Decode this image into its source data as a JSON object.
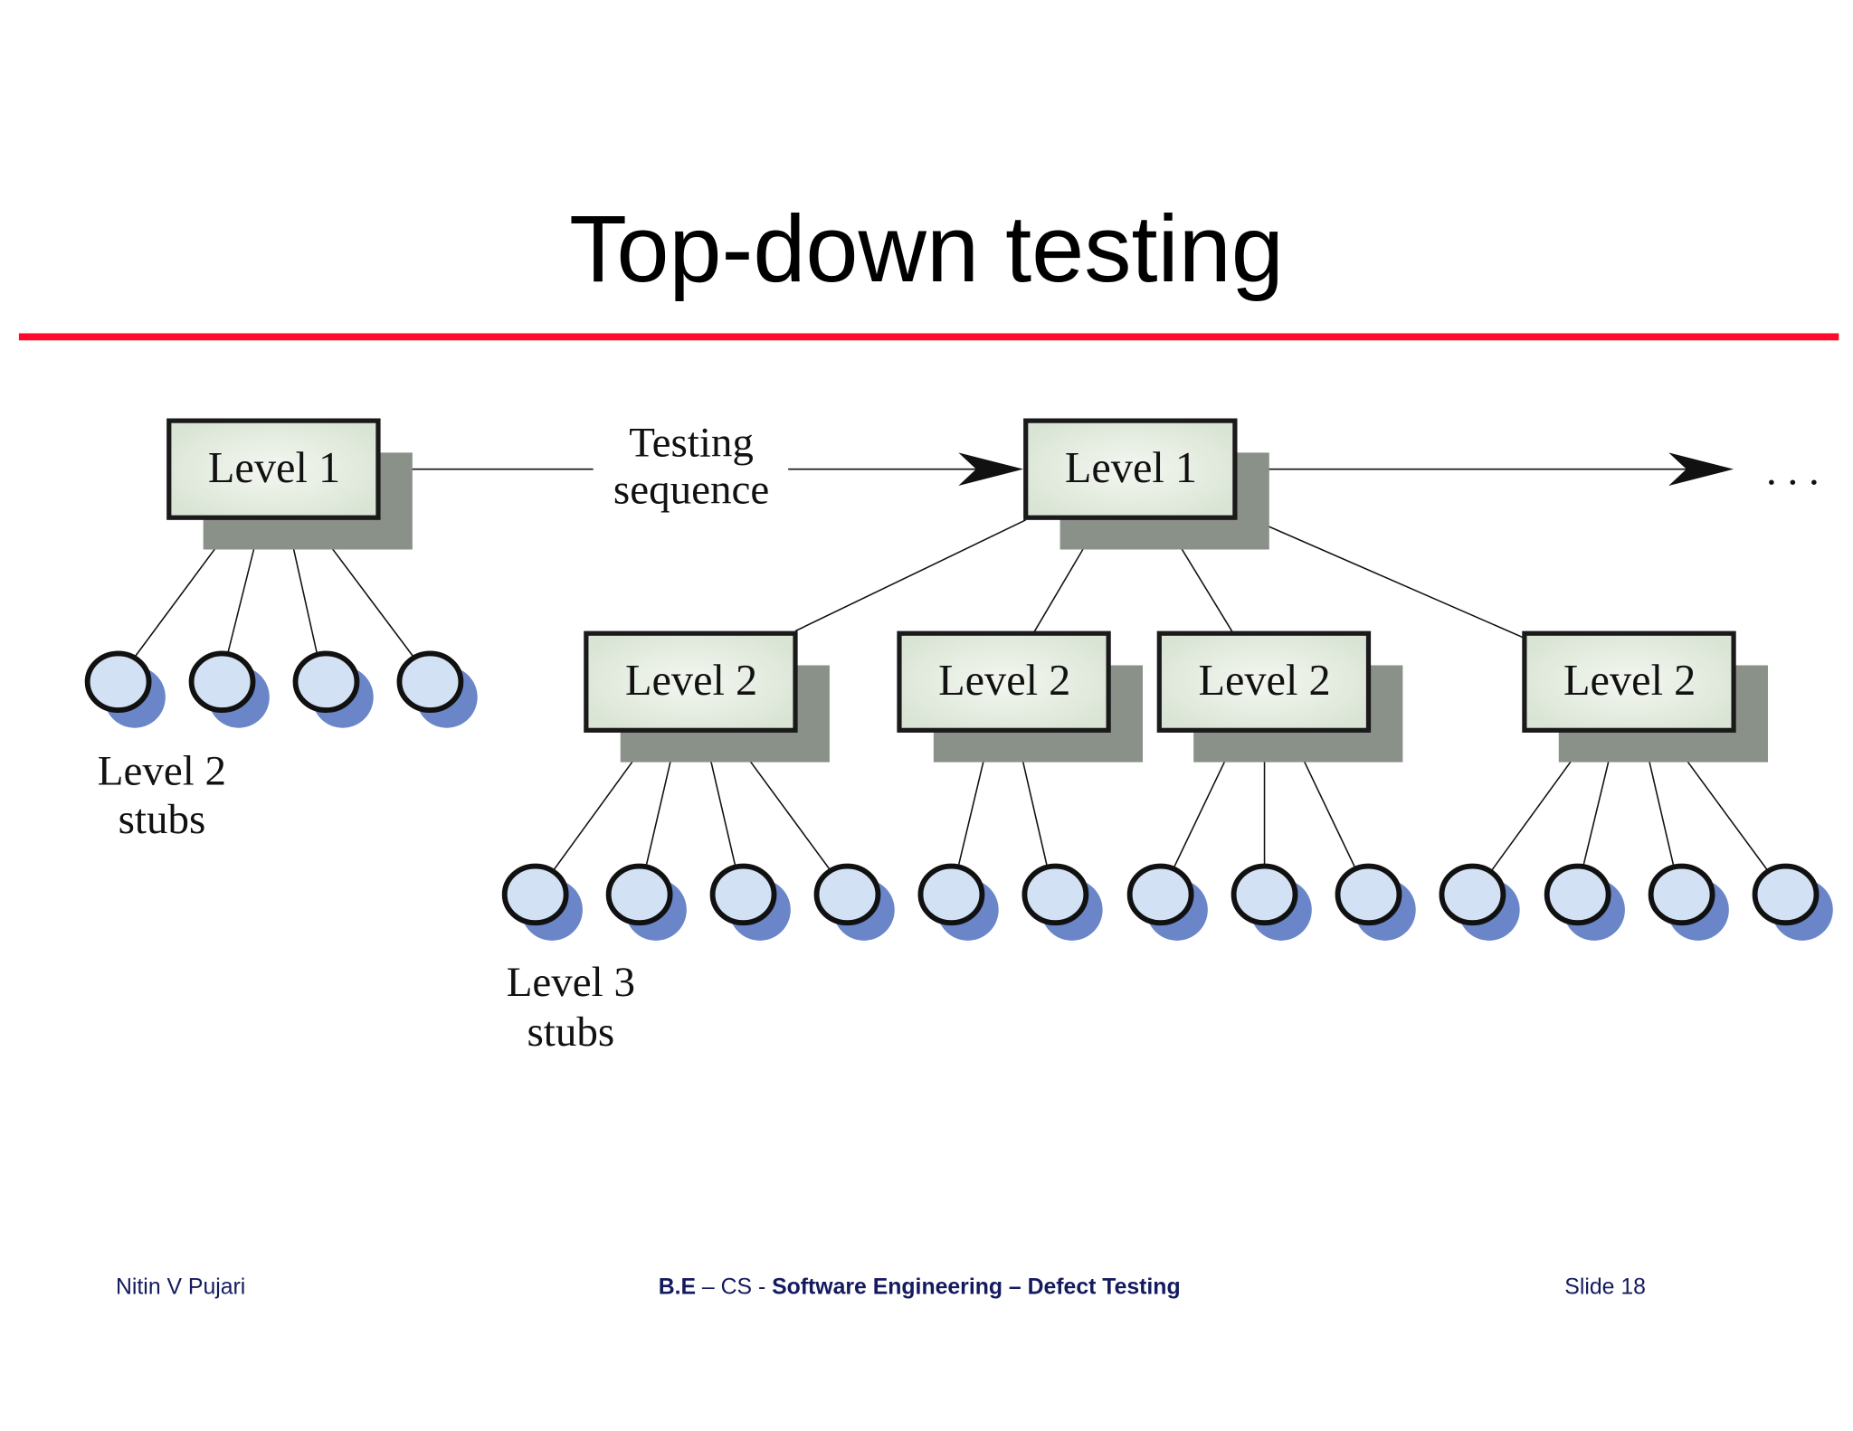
{
  "title": "Top-down testing",
  "diagram": {
    "top_box_label": "Level 1",
    "level1_label": "Level 1",
    "level2_labels": [
      "Level 2",
      "Level 2",
      "Level 2",
      "Level 2"
    ],
    "testing_sequence": [
      "Testing",
      "sequence"
    ],
    "ellipsis": ". . .",
    "level2_stubs_label": [
      "Level 2",
      "stubs"
    ],
    "level3_stubs_label": [
      "Level 3",
      "stubs"
    ]
  },
  "footer": {
    "author": "Nitin V Pujari",
    "course_part1": "B.E",
    "course_sep1": " – CS - ",
    "course_part2": "Software Engineering – Defect Testing",
    "slide_label": "Slide  18"
  },
  "colors": {
    "rule": "#ff0a2a",
    "box_fill": "#e3ecdf",
    "box_shadow": "#8a9188",
    "stub_fill": "#d3e1f4",
    "stub_shadow": "#6a86c8",
    "footer_text": "#141a5e"
  }
}
